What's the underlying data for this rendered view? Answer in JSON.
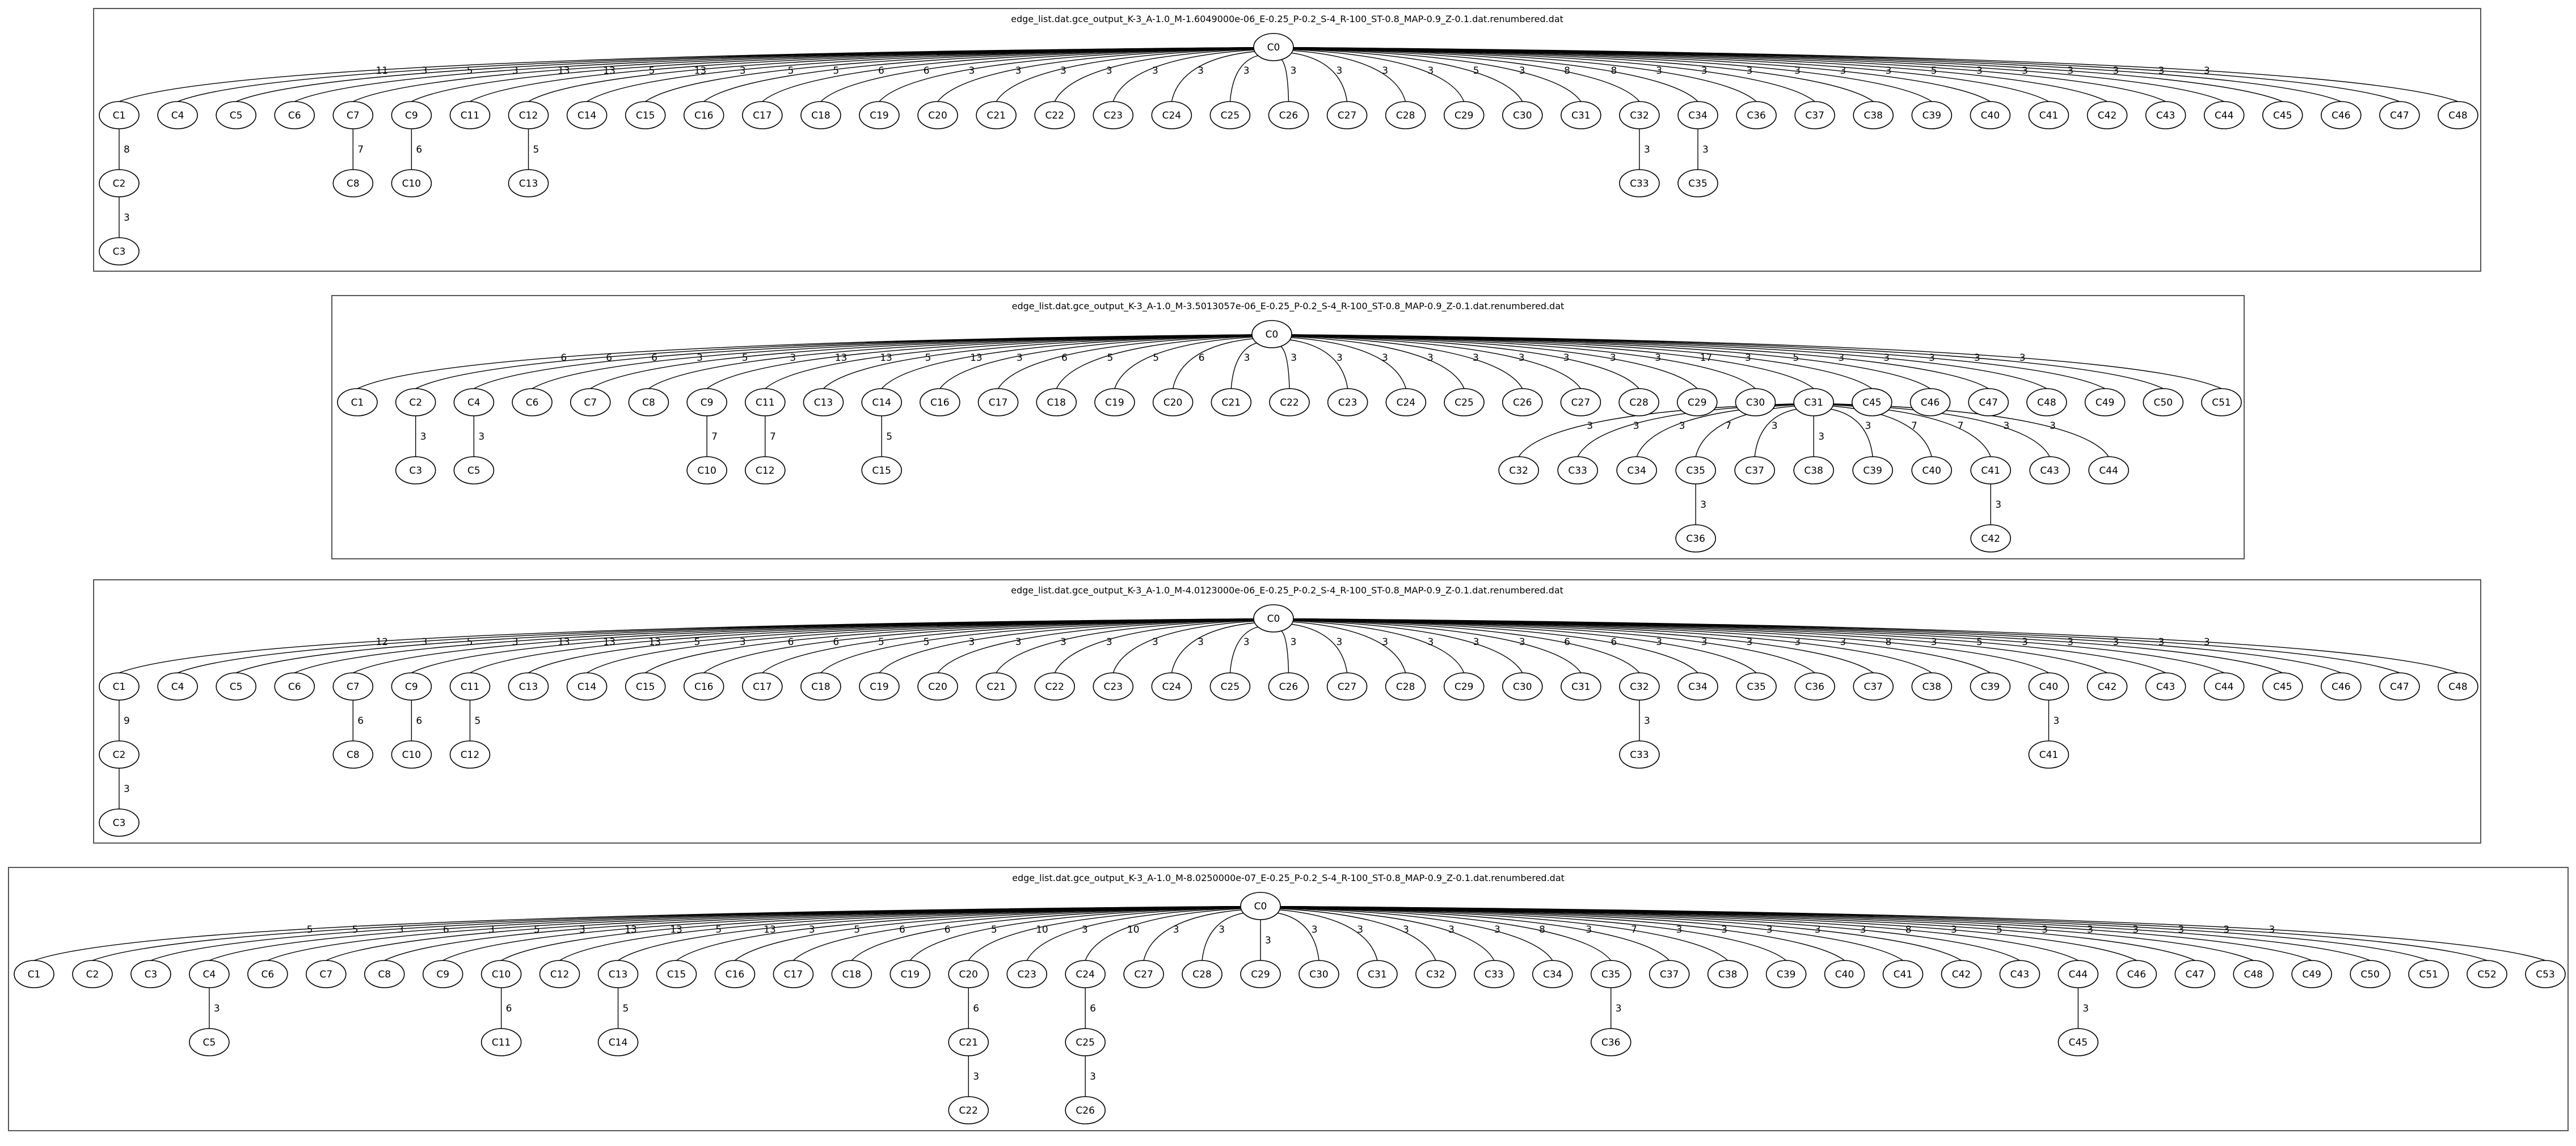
{
  "graphs": [
    {
      "title": "edge_list.dat.gce_output_K-3_A-1.0_M-1.6049000e-06_E-0.25_P-0.2_S-4_R-100_ST-0.8_MAP-0.9_Z-0.1.dat.renumbered.dat",
      "root": "C0",
      "edges": [
        [
          "C0",
          "C1",
          "11"
        ],
        [
          "C1",
          "C2",
          "8"
        ],
        [
          "C2",
          "C3",
          "3"
        ],
        [
          "C0",
          "C4",
          "3"
        ],
        [
          "C0",
          "C5",
          "5"
        ],
        [
          "C0",
          "C6",
          "3"
        ],
        [
          "C0",
          "C7",
          "13"
        ],
        [
          "C7",
          "C8",
          "7"
        ],
        [
          "C0",
          "C9",
          "13"
        ],
        [
          "C9",
          "C10",
          "6"
        ],
        [
          "C0",
          "C11",
          "5"
        ],
        [
          "C0",
          "C12",
          "13"
        ],
        [
          "C12",
          "C13",
          "5"
        ],
        [
          "C0",
          "C14",
          "3"
        ],
        [
          "C0",
          "C15",
          "5"
        ],
        [
          "C0",
          "C16",
          "5"
        ],
        [
          "C0",
          "C17",
          "6"
        ],
        [
          "C0",
          "C18",
          "6"
        ],
        [
          "C0",
          "C19",
          "3"
        ],
        [
          "C0",
          "C20",
          "3"
        ],
        [
          "C0",
          "C21",
          "3"
        ],
        [
          "C0",
          "C22",
          "3"
        ],
        [
          "C0",
          "C23",
          "3"
        ],
        [
          "C0",
          "C24",
          "3"
        ],
        [
          "C0",
          "C25",
          "3"
        ],
        [
          "C0",
          "C26",
          "3"
        ],
        [
          "C0",
          "C27",
          "3"
        ],
        [
          "C0",
          "C28",
          "3"
        ],
        [
          "C0",
          "C29",
          "3"
        ],
        [
          "C0",
          "C30",
          "5"
        ],
        [
          "C0",
          "C31",
          "3"
        ],
        [
          "C0",
          "C32",
          "8"
        ],
        [
          "C32",
          "C33",
          "3"
        ],
        [
          "C0",
          "C34",
          "8"
        ],
        [
          "C34",
          "C35",
          "3"
        ],
        [
          "C0",
          "C36",
          "3"
        ],
        [
          "C0",
          "C37",
          "3"
        ],
        [
          "C0",
          "C38",
          "3"
        ],
        [
          "C0",
          "C39",
          "3"
        ],
        [
          "C0",
          "C40",
          "3"
        ],
        [
          "C0",
          "C41",
          "3"
        ],
        [
          "C0",
          "C42",
          "5"
        ],
        [
          "C0",
          "C43",
          "3"
        ],
        [
          "C0",
          "C44",
          "3"
        ],
        [
          "C0",
          "C45",
          "3"
        ],
        [
          "C0",
          "C46",
          "3"
        ],
        [
          "C0",
          "C47",
          "3"
        ],
        [
          "C0",
          "C48",
          "3"
        ]
      ]
    },
    {
      "title": "edge_list.dat.gce_output_K-3_A-1.0_M-3.5013057e-06_E-0.25_P-0.2_S-4_R-100_ST-0.8_MAP-0.9_Z-0.1.dat.renumbered.dat",
      "root": "C0",
      "edges": [
        [
          "C0",
          "C1",
          "6"
        ],
        [
          "C0",
          "C2",
          "6"
        ],
        [
          "C2",
          "C3",
          "3"
        ],
        [
          "C0",
          "C4",
          "6"
        ],
        [
          "C4",
          "C5",
          "3"
        ],
        [
          "C0",
          "C6",
          "3"
        ],
        [
          "C0",
          "C7",
          "5"
        ],
        [
          "C0",
          "C8",
          "3"
        ],
        [
          "C0",
          "C9",
          "13"
        ],
        [
          "C9",
          "C10",
          "7"
        ],
        [
          "C0",
          "C11",
          "13"
        ],
        [
          "C11",
          "C12",
          "7"
        ],
        [
          "C0",
          "C13",
          "5"
        ],
        [
          "C0",
          "C14",
          "13"
        ],
        [
          "C14",
          "C15",
          "5"
        ],
        [
          "C0",
          "C16",
          "3"
        ],
        [
          "C0",
          "C17",
          "6"
        ],
        [
          "C0",
          "C18",
          "5"
        ],
        [
          "C0",
          "C19",
          "5"
        ],
        [
          "C0",
          "C20",
          "6"
        ],
        [
          "C0",
          "C21",
          "3"
        ],
        [
          "C0",
          "C22",
          "3"
        ],
        [
          "C0",
          "C23",
          "3"
        ],
        [
          "C0",
          "C24",
          "3"
        ],
        [
          "C0",
          "C25",
          "3"
        ],
        [
          "C0",
          "C26",
          "3"
        ],
        [
          "C0",
          "C27",
          "3"
        ],
        [
          "C0",
          "C28",
          "3"
        ],
        [
          "C0",
          "C29",
          "3"
        ],
        [
          "C0",
          "C30",
          "3"
        ],
        [
          "C0",
          "C31",
          "17"
        ],
        [
          "C31",
          "C32",
          "3"
        ],
        [
          "C31",
          "C33",
          "3"
        ],
        [
          "C31",
          "C34",
          "3"
        ],
        [
          "C31",
          "C35",
          "7"
        ],
        [
          "C35",
          "C36",
          "3"
        ],
        [
          "C31",
          "C37",
          "3"
        ],
        [
          "C31",
          "C38",
          "3"
        ],
        [
          "C31",
          "C39",
          "3"
        ],
        [
          "C31",
          "C40",
          "7"
        ],
        [
          "C31",
          "C41",
          "7"
        ],
        [
          "C41",
          "C42",
          "3"
        ],
        [
          "C31",
          "C43",
          "3"
        ],
        [
          "C31",
          "C44",
          "3"
        ],
        [
          "C0",
          "C45",
          "3"
        ],
        [
          "C0",
          "C46",
          "5"
        ],
        [
          "C0",
          "C47",
          "3"
        ],
        [
          "C0",
          "C48",
          "3"
        ],
        [
          "C0",
          "C49",
          "3"
        ],
        [
          "C0",
          "C50",
          "3"
        ],
        [
          "C0",
          "C51",
          "3"
        ]
      ]
    },
    {
      "title": "edge_list.dat.gce_output_K-3_A-1.0_M-4.0123000e-06_E-0.25_P-0.2_S-4_R-100_ST-0.8_MAP-0.9_Z-0.1.dat.renumbered.dat",
      "root": "C0",
      "edges": [
        [
          "C0",
          "C1",
          "12"
        ],
        [
          "C1",
          "C2",
          "9"
        ],
        [
          "C2",
          "C3",
          "3"
        ],
        [
          "C0",
          "C4",
          "3"
        ],
        [
          "C0",
          "C5",
          "5"
        ],
        [
          "C0",
          "C6",
          "3"
        ],
        [
          "C0",
          "C7",
          "13"
        ],
        [
          "C7",
          "C8",
          "6"
        ],
        [
          "C0",
          "C9",
          "13"
        ],
        [
          "C9",
          "C10",
          "6"
        ],
        [
          "C0",
          "C11",
          "13"
        ],
        [
          "C11",
          "C12",
          "5"
        ],
        [
          "C0",
          "C13",
          "5"
        ],
        [
          "C0",
          "C14",
          "3"
        ],
        [
          "C0",
          "C15",
          "6"
        ],
        [
          "C0",
          "C16",
          "6"
        ],
        [
          "C0",
          "C17",
          "5"
        ],
        [
          "C0",
          "C18",
          "5"
        ],
        [
          "C0",
          "C19",
          "3"
        ],
        [
          "C0",
          "C20",
          "3"
        ],
        [
          "C0",
          "C21",
          "3"
        ],
        [
          "C0",
          "C22",
          "3"
        ],
        [
          "C0",
          "C23",
          "3"
        ],
        [
          "C0",
          "C24",
          "3"
        ],
        [
          "C0",
          "C25",
          "3"
        ],
        [
          "C0",
          "C26",
          "3"
        ],
        [
          "C0",
          "C27",
          "3"
        ],
        [
          "C0",
          "C28",
          "3"
        ],
        [
          "C0",
          "C29",
          "3"
        ],
        [
          "C0",
          "C30",
          "3"
        ],
        [
          "C0",
          "C31",
          "3"
        ],
        [
          "C0",
          "C32",
          "6"
        ],
        [
          "C32",
          "C33",
          "3"
        ],
        [
          "C0",
          "C34",
          "6"
        ],
        [
          "C0",
          "C35",
          "3"
        ],
        [
          "C0",
          "C36",
          "3"
        ],
        [
          "C0",
          "C37",
          "3"
        ],
        [
          "C0",
          "C38",
          "3"
        ],
        [
          "C0",
          "C39",
          "3"
        ],
        [
          "C0",
          "C40",
          "8"
        ],
        [
          "C40",
          "C41",
          "3"
        ],
        [
          "C0",
          "C42",
          "3"
        ],
        [
          "C0",
          "C43",
          "5"
        ],
        [
          "C0",
          "C44",
          "3"
        ],
        [
          "C0",
          "C45",
          "3"
        ],
        [
          "C0",
          "C46",
          "3"
        ],
        [
          "C0",
          "C47",
          "3"
        ],
        [
          "C0",
          "C48",
          "3"
        ]
      ]
    },
    {
      "title": "edge_list.dat.gce_output_K-3_A-1.0_M-8.0250000e-07_E-0.25_P-0.2_S-4_R-100_ST-0.8_MAP-0.9_Z-0.1.dat.renumbered.dat",
      "root": "C0",
      "edges": [
        [
          "C0",
          "C1",
          "5"
        ],
        [
          "C0",
          "C2",
          "5"
        ],
        [
          "C0",
          "C3",
          "3"
        ],
        [
          "C0",
          "C4",
          "6"
        ],
        [
          "C4",
          "C5",
          "3"
        ],
        [
          "C0",
          "C6",
          "3"
        ],
        [
          "C0",
          "C7",
          "5"
        ],
        [
          "C0",
          "C8",
          "3"
        ],
        [
          "C0",
          "C9",
          "13"
        ],
        [
          "C0",
          "C10",
          "13"
        ],
        [
          "C10",
          "C11",
          "6"
        ],
        [
          "C0",
          "C12",
          "5"
        ],
        [
          "C0",
          "C13",
          "13"
        ],
        [
          "C13",
          "C14",
          "5"
        ],
        [
          "C0",
          "C15",
          "3"
        ],
        [
          "C0",
          "C16",
          "5"
        ],
        [
          "C0",
          "C17",
          "6"
        ],
        [
          "C0",
          "C18",
          "6"
        ],
        [
          "C0",
          "C19",
          "5"
        ],
        [
          "C0",
          "C20",
          "10"
        ],
        [
          "C20",
          "C21",
          "6"
        ],
        [
          "C21",
          "C22",
          "3"
        ],
        [
          "C0",
          "C23",
          "3"
        ],
        [
          "C0",
          "C24",
          "10"
        ],
        [
          "C24",
          "C25",
          "6"
        ],
        [
          "C25",
          "C26",
          "3"
        ],
        [
          "C0",
          "C27",
          "3"
        ],
        [
          "C0",
          "C28",
          "3"
        ],
        [
          "C0",
          "C29",
          "3"
        ],
        [
          "C0",
          "C30",
          "3"
        ],
        [
          "C0",
          "C31",
          "3"
        ],
        [
          "C0",
          "C32",
          "3"
        ],
        [
          "C0",
          "C33",
          "3"
        ],
        [
          "C0",
          "C34",
          "3"
        ],
        [
          "C0",
          "C35",
          "8"
        ],
        [
          "C35",
          "C36",
          "3"
        ],
        [
          "C0",
          "C37",
          "3"
        ],
        [
          "C0",
          "C38",
          "7"
        ],
        [
          "C0",
          "C39",
          "3"
        ],
        [
          "C0",
          "C40",
          "3"
        ],
        [
          "C0",
          "C41",
          "3"
        ],
        [
          "C0",
          "C42",
          "3"
        ],
        [
          "C0",
          "C43",
          "3"
        ],
        [
          "C0",
          "C44",
          "8"
        ],
        [
          "C44",
          "C45",
          "3"
        ],
        [
          "C0",
          "C46",
          "3"
        ],
        [
          "C0",
          "C47",
          "5"
        ],
        [
          "C0",
          "C48",
          "3"
        ],
        [
          "C0",
          "C49",
          "3"
        ],
        [
          "C0",
          "C50",
          "3"
        ],
        [
          "C0",
          "C51",
          "3"
        ],
        [
          "C0",
          "C52",
          "3"
        ],
        [
          "C0",
          "C53",
          "3"
        ]
      ]
    }
  ]
}
